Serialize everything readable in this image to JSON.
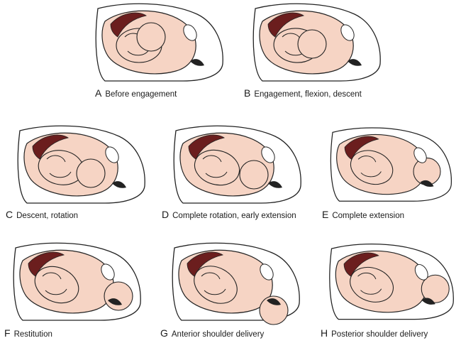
{
  "colors": {
    "skin": "#f6d4c4",
    "line": "#222222",
    "cavity": "#6b1e1e",
    "inner": "#ffffff"
  },
  "panels": [
    {
      "letter": "A",
      "label": "Before engagement"
    },
    {
      "letter": "B",
      "label": "Engagement, flexion, descent"
    },
    {
      "letter": "C",
      "label": "Descent, rotation"
    },
    {
      "letter": "D",
      "label": "Complete rotation, early extension"
    },
    {
      "letter": "E",
      "label": "Complete extension"
    },
    {
      "letter": "F",
      "label": "Restitution"
    },
    {
      "letter": "G",
      "label": "Anterior shoulder delivery"
    },
    {
      "letter": "H",
      "label": "Posterior shoulder delivery"
    }
  ]
}
